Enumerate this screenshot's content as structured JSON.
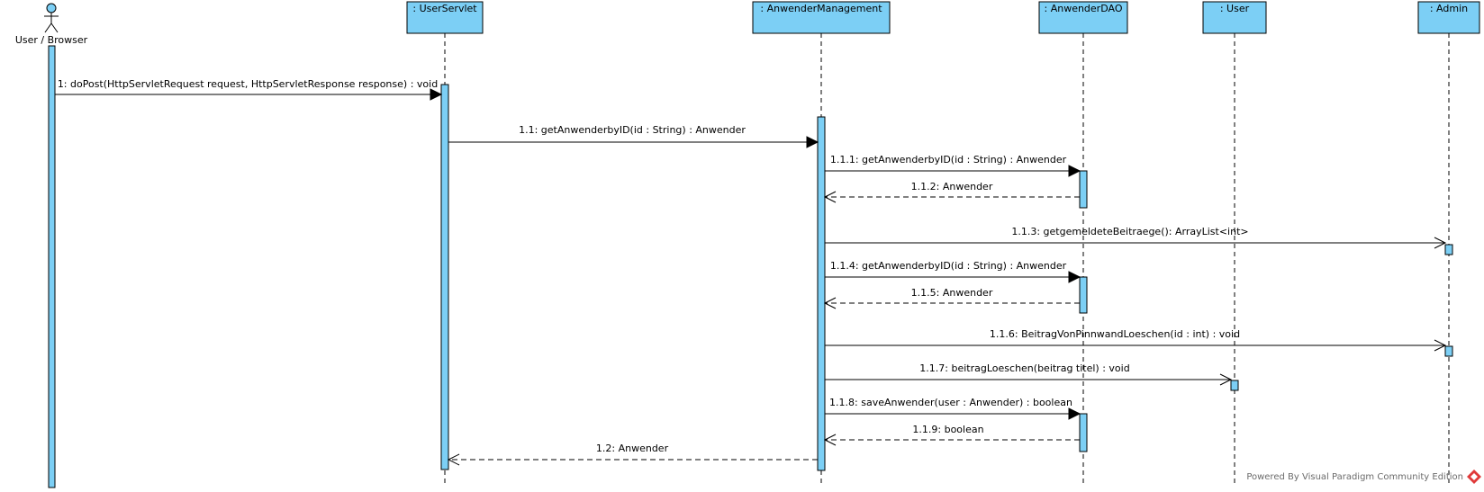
{
  "participants": {
    "user_browser": {
      "label": "User / Browser",
      "kind": "actor"
    },
    "user_servlet": {
      "label": ": UserServlet"
    },
    "anwender_management": {
      "label": ": AnwenderManagement"
    },
    "anwender_dao": {
      "label": ": AnwenderDAO"
    },
    "user": {
      "label": ": User"
    },
    "admin": {
      "label": ": Admin"
    }
  },
  "messages": [
    {
      "id": "m1",
      "text": "1: doPost(HttpServletRequest request, HttpServletResponse response) : void",
      "kind": "call"
    },
    {
      "id": "m1_1",
      "text": "1.1: getAnwenderbyID(id : String) : Anwender",
      "kind": "call"
    },
    {
      "id": "m1_1_1",
      "text": "1.1.1: getAnwenderbyID(id : String) : Anwender",
      "kind": "call"
    },
    {
      "id": "m1_1_2",
      "text": "1.1.2: Anwender",
      "kind": "return"
    },
    {
      "id": "m1_1_3",
      "text": "1.1.3: getgemeldeteBeitraege(): ArrayList<int>",
      "kind": "async"
    },
    {
      "id": "m1_1_4",
      "text": "1.1.4: getAnwenderbyID(id : String) : Anwender",
      "kind": "call"
    },
    {
      "id": "m1_1_5",
      "text": "1.1.5: Anwender",
      "kind": "return"
    },
    {
      "id": "m1_1_6",
      "text": "1.1.6: BeitragVonPinnwandLoeschen(id : int) : void",
      "kind": "async"
    },
    {
      "id": "m1_1_7",
      "text": "1.1.7: beitragLoeschen(beitrag titel) : void",
      "kind": "async"
    },
    {
      "id": "m1_1_8",
      "text": "1.1.8: saveAnwender(user : Anwender) : boolean",
      "kind": "call"
    },
    {
      "id": "m1_1_9",
      "text": "1.1.9: boolean",
      "kind": "return"
    },
    {
      "id": "m1_2",
      "text": "1.2: Anwender",
      "kind": "return"
    }
  ],
  "watermark": {
    "text": "Powered By Visual Paradigm Community Edition",
    "logo_color": "#e03a3a"
  },
  "colors": {
    "lifeline_fill": "#7ccff5",
    "line": "#000000"
  }
}
